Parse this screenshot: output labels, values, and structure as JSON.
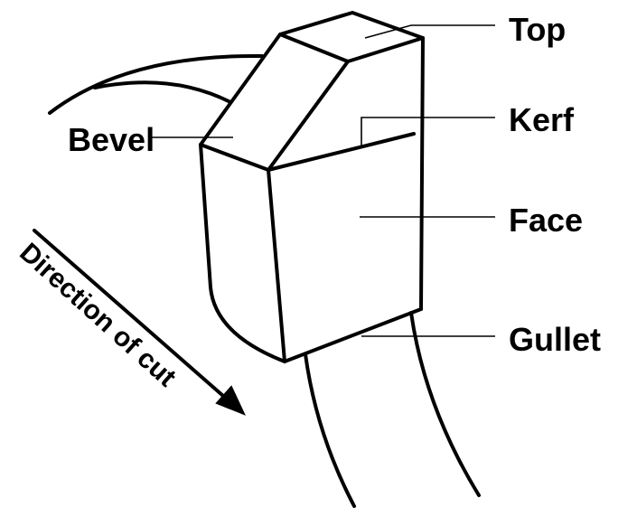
{
  "labels": {
    "top": "Top",
    "kerf": "Kerf",
    "bevel": "Bevel",
    "face": "Face",
    "gullet": "Gullet",
    "direction": "Direction of cut"
  }
}
